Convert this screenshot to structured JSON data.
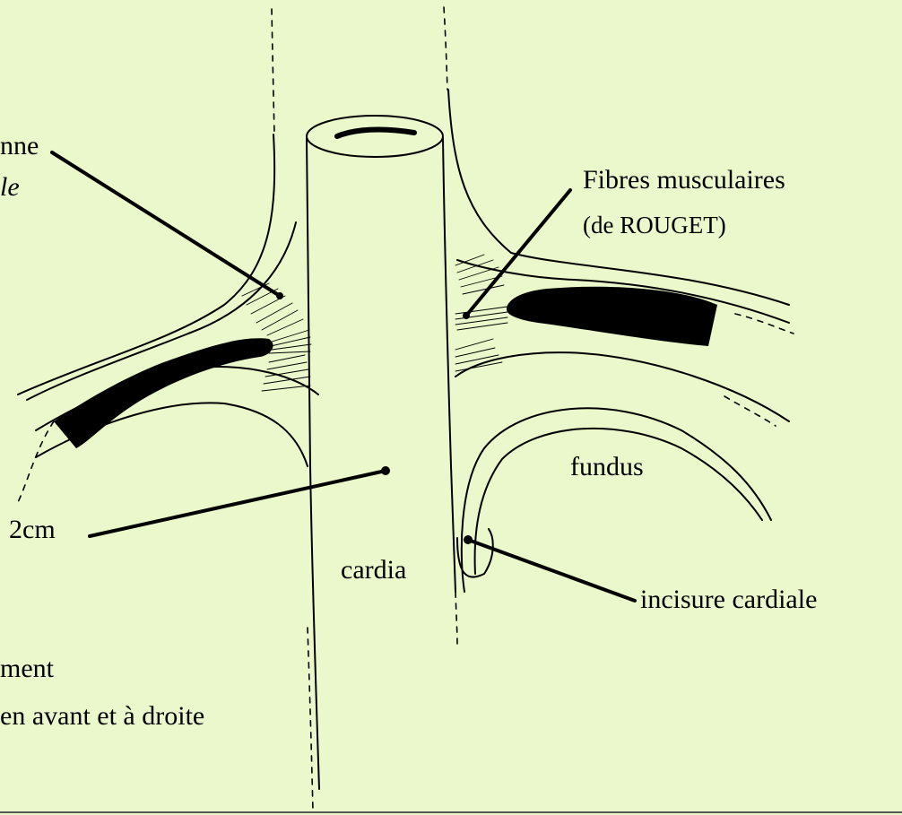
{
  "labels": {
    "left_top_line1": "nne",
    "left_top_line2": "le",
    "fibres_line1": "Fibres musculaires",
    "fibres_line2": "(de ROUGET)",
    "fundus": "fundus",
    "two_cm": "2cm",
    "cardia": "cardia",
    "incisure": "incisure cardiale",
    "left_bottom_line1": "ment",
    "left_bottom_line2": "en avant et à droite"
  },
  "colors": {
    "background": "#eaf8cc",
    "ink": "#000000"
  }
}
